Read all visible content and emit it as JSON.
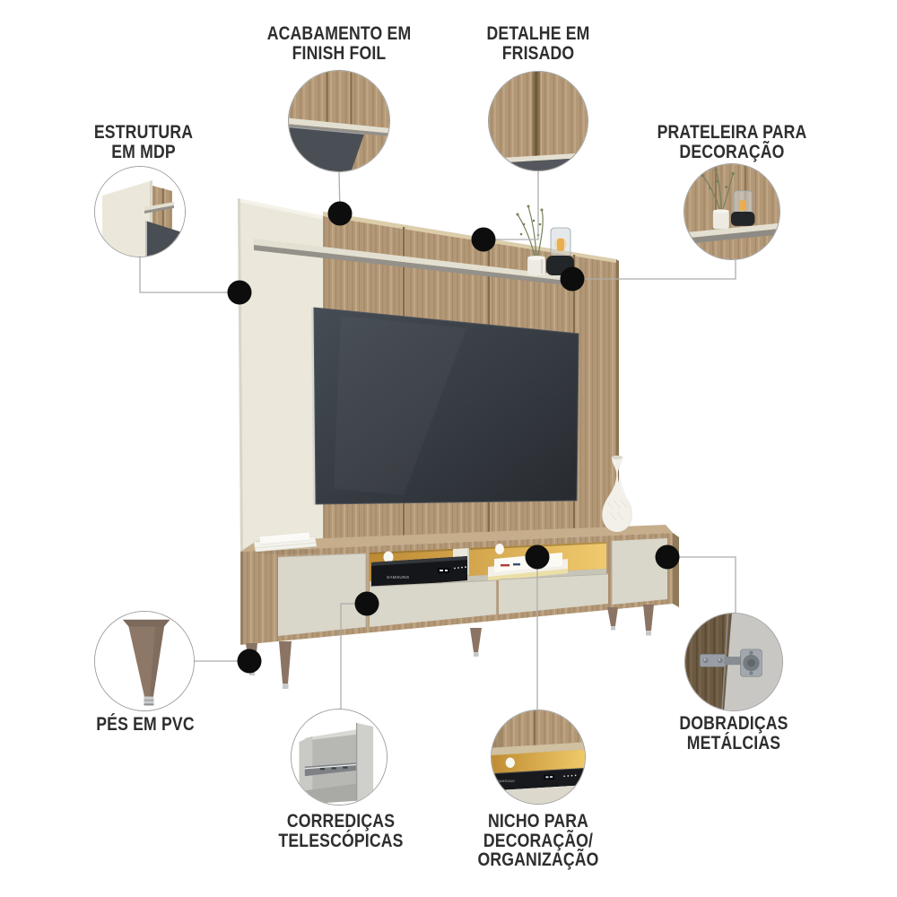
{
  "page": {
    "background": "#ffffff"
  },
  "diagram": {
    "callouts": {
      "estrutura": {
        "lines": [
          "ESTRUTURA",
          "EM MDP"
        ]
      },
      "acabamento": {
        "lines": [
          "ACABAMENTO EM",
          "FINISH FOIL"
        ]
      },
      "detalhe": {
        "lines": [
          "DETALHE EM",
          "FRISADO"
        ]
      },
      "prateleira": {
        "lines": [
          "PRATELEIRA PARA",
          "DECORAÇÃO"
        ]
      },
      "pes": {
        "lines": [
          "PÉS EM PVC"
        ]
      },
      "corredicas": {
        "lines": [
          "CORREDIÇAS",
          "TELESCÓPICAS"
        ]
      },
      "nicho": {
        "lines": [
          "NICHO PARA",
          "DECORAÇÃO/",
          "ORGANIZAÇÃO"
        ]
      },
      "dobradicas": {
        "lines": [
          "DOBRADIÇAS",
          "METÁLCIAS"
        ]
      }
    },
    "decor": {
      "device_brand": "SAMSUNG"
    },
    "colors": {
      "background": "#ffffff",
      "text": "#2e2e2e",
      "connector_line": "#adadad",
      "connector_dot": "#0d0d0d",
      "circle_border": "#a0a0a0",
      "wood": "#b39877",
      "wood_groove": "#836c4d",
      "panel_offwhite": "#ebe8db",
      "shelf": "#e3e0d2",
      "tv_screen": "#33383e",
      "door_offwhite": "#d9d6ca",
      "led_glow": "#eec568",
      "leg_wood": "#8b7464",
      "leg_tip": "#c6c8c9",
      "hinge_metal": "#989ea4"
    }
  }
}
